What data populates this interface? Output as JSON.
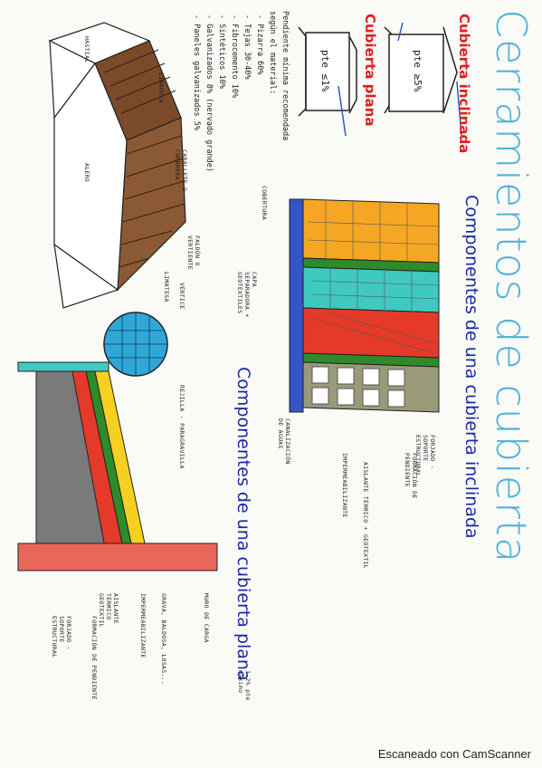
{
  "title": "Cerramientos de cubierta",
  "sections": {
    "inclinada_heading": "Cubierta inclinada",
    "plana_heading": "Cubierta plana",
    "inclinada_components_title": "Componentes de una cubierta inclinada",
    "plana_components_title": "Componentes de una cubierta plana"
  },
  "slope_boxes": {
    "inclinada_label": "pte ≥5%",
    "plana_label": "pte ≤1%"
  },
  "notes": {
    "heading": "Pendiente mínima recomendada",
    "subheading": "según el material:",
    "items": [
      "- Pizarra 60%",
      "- Tejas 30-40%",
      "- Fibrocemento 10%",
      "- Sintéticos 10%",
      "- Galvanizados 8% (nervado grande)",
      "- Paneles galvanizados 5%"
    ]
  },
  "roof_labels": {
    "hastial": "HASTIAL",
    "alero": "ALERO",
    "limahoya": "LIMAHOYA",
    "caballete": "CABALLETE O CUMBRERA",
    "faldon": "FALDÓN O VERTIENTE",
    "vertice": "VÉRTICE",
    "limatesa": "LIMATESA"
  },
  "inclinada_labels": {
    "cobertura": "COBERTURA",
    "capa_separadora": "CAPA SEPARADORA + GEOTEXTILES",
    "canalizacion": "CANALIZACIÓN DE AGUAS",
    "forjado": "FORJADO - SOPORTE ESTRUCTURAL",
    "formacion": "FORMACIÓN DE PENDIENTE",
    "aislante": "AISLANTE TÉRMICO + GEOTEXTIL",
    "impermeabilizante": "IMPERMEABILIZANTE"
  },
  "plana_labels": {
    "rejilla": "REJILLA - PARAGRAVILLA",
    "muro": "MURO DE CARGA",
    "grava": "GRAVA, BALDOSA, LOSAS...",
    "impermeabilizante": "IMPERMEABILIZANTE",
    "aislante": "AISLANTE TÉRMICO GEOTEXTIL",
    "formacion": "FORMACIÓN DE PENDIENTE",
    "forjado": "FORJADO - SOPORTE ESTRUCTURAL",
    "pendiente_note": "1-2% pte máximo"
  },
  "footer": "Escaneado con CamScanner",
  "colors": {
    "title": "#4fb3d9",
    "heading_red": "#e0201c",
    "heading_blue": "#1a2aa8",
    "roof_brown": "#7a4a2a",
    "orange": "#f5a623",
    "cyan": "#3fc9c0",
    "red": "#e53a2a",
    "green": "#2f8a2a",
    "grey": "#9a9a7a",
    "blue": "#3456c8"
  }
}
